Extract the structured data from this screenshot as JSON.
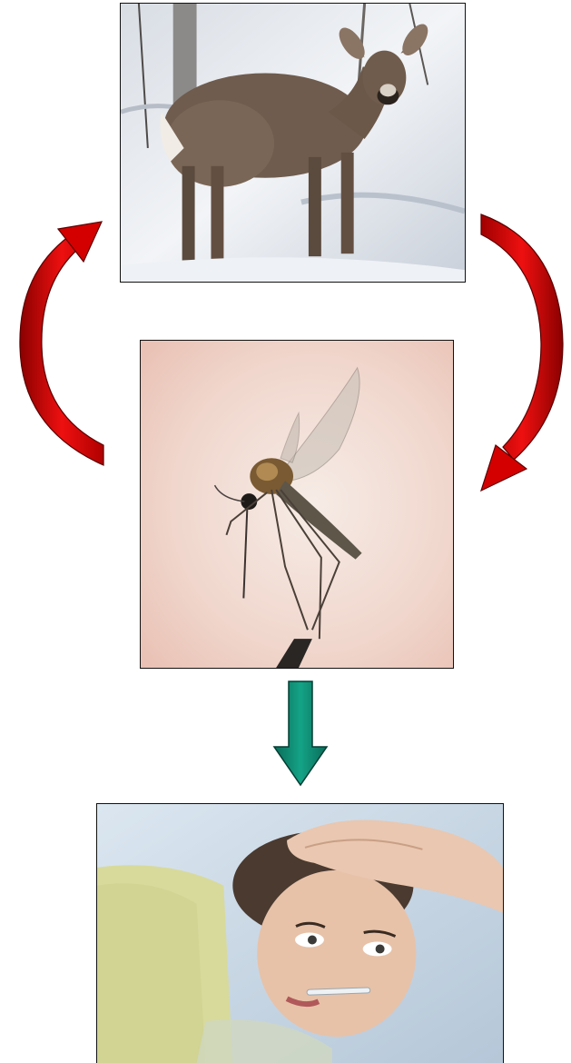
{
  "diagram": {
    "nodes": [
      {
        "id": "deer",
        "subject": "deer-photo"
      },
      {
        "id": "mosquito",
        "subject": "mosquito-photo"
      },
      {
        "id": "patient",
        "subject": "sick-person-photo"
      }
    ],
    "edges": [
      {
        "from": "deer",
        "to": "mosquito",
        "style": "curved-arrow",
        "color": "#d40000"
      },
      {
        "from": "mosquito",
        "to": "deer",
        "style": "curved-arrow",
        "color": "#d40000"
      },
      {
        "from": "mosquito",
        "to": "patient",
        "style": "straight-arrow",
        "color": "#0e8a73"
      }
    ]
  },
  "colors": {
    "cycle_arrow": "#d40000",
    "transmission_arrow": "#0e8a73",
    "border": "#111111"
  }
}
